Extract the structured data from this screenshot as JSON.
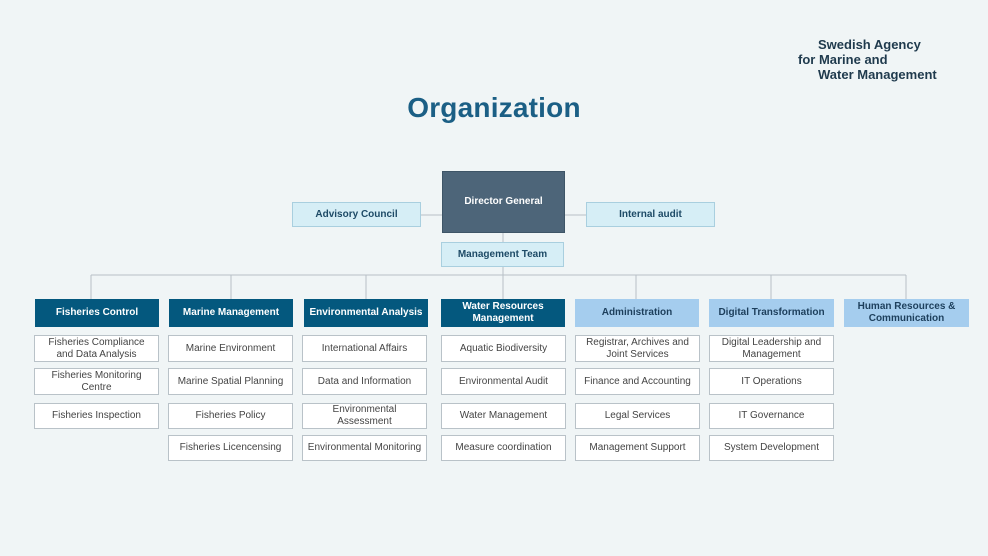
{
  "logo": {
    "line1": "Swedish Agency",
    "line2": "for Marine and",
    "line3": "Water Management"
  },
  "title": "Organization",
  "director_general": "Director General",
  "advisory_council": "Advisory Council",
  "internal_audit": "Internal audit",
  "management_team": "Management Team",
  "departments": [
    {
      "name": "Fisheries Control",
      "units": [
        "Fisheries Compliance and Data Analysis",
        "Fisheries Monitoring Centre",
        "Fisheries Inspection"
      ]
    },
    {
      "name": "Marine Management",
      "units": [
        "Marine Environment",
        "Marine Spatial Planning",
        "Fisheries Policy",
        "Fisheries Licencensing"
      ]
    },
    {
      "name": "Environmental Analysis",
      "units": [
        "International Affairs",
        "Data and Information",
        "Environmental Assessment",
        "Environmental Monitoring"
      ]
    },
    {
      "name": "Water Resources Management",
      "units": [
        "Aquatic Biodiversity",
        "Environmental Audit",
        "Water Management",
        "Measure coordination"
      ]
    },
    {
      "name": "Administration",
      "units": [
        "Registrar, Archives and Joint Services",
        "Finance and Accounting",
        "Legal Services",
        "Management Support"
      ]
    },
    {
      "name": "Digital Transformation",
      "units": [
        "Digital Leadership and Management",
        "IT Operations",
        "IT Governance",
        "System Development"
      ]
    },
    {
      "name": "Human Resources & Communication",
      "units": []
    }
  ]
}
